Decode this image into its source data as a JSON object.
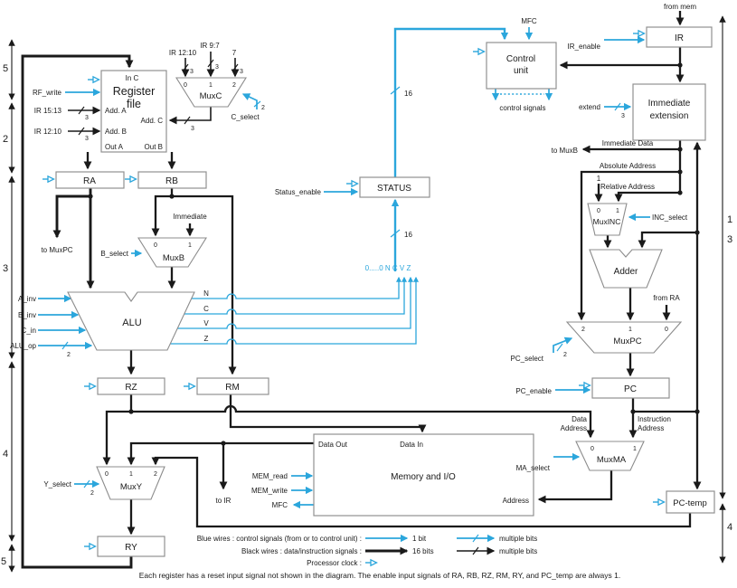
{
  "colors": {
    "blue": "#2BA6DC",
    "black": "#1a1a1a"
  },
  "stages": {
    "left": [
      "5",
      "2",
      "3",
      "4",
      "5"
    ],
    "right": [
      "1",
      "3",
      "4"
    ]
  },
  "widths": {
    "two": "2",
    "three": "3",
    "sixteen": "16"
  },
  "mux_pins": {
    "i0": "0",
    "i1": "1",
    "i2": "2"
  },
  "const_one": "1",
  "register_file": {
    "in_c": "In C",
    "title1": "Register",
    "title2": "file",
    "add_a": "Add. A",
    "add_b": "Add. B",
    "add_c": "Add. C",
    "out_a": "Out A",
    "out_b": "Out B"
  },
  "ir_fields": {
    "a": "IR 15:13",
    "b": "IR 12:10",
    "c0": "IR 12:10",
    "c1": "IR 9:7",
    "c2": "7"
  },
  "blocks": {
    "muxc": "MuxC",
    "muxb": "MuxB",
    "muxy": "MuxY",
    "muxinc": "MuxINC",
    "muxpc": "MuxPC",
    "muxma": "MuxMA",
    "alu": "ALU",
    "adder": "Adder",
    "control1": "Control",
    "control2": "unit",
    "imm1": "Immediate",
    "imm2": "extension",
    "memory": "Memory and I/O"
  },
  "registers": {
    "ra": "RA",
    "rb": "RB",
    "rz": "RZ",
    "rm": "RM",
    "ry": "RY",
    "ir": "IR",
    "pc": "PC",
    "status": "STATUS",
    "pc_temp": "PC-temp"
  },
  "signals": {
    "rf_write": "RF_write",
    "c_select": "C_select",
    "b_select": "B_select",
    "y_select": "Y_select",
    "inc_select": "INC_select",
    "pc_select": "PC_select",
    "ma_select": "MA_select",
    "pc_enable": "PC_enable",
    "ir_enable": "IR_enable",
    "status_enable": "Status_enable",
    "mem_read": "MEM_read",
    "mem_write": "MEM_write",
    "mfc": "MFC",
    "extend": "extend",
    "a_inv": "A_inv",
    "b_inv": "B_inv",
    "c_in": "C_in",
    "alu_op": "ALU_op"
  },
  "flags": {
    "n": "N",
    "c": "C",
    "v": "V",
    "z": "Z",
    "merge": "0.....0 N C V Z"
  },
  "ports": {
    "data_out": "Data Out",
    "data_in": "Data In",
    "address": "Address",
    "immediate_data": "Immediate Data",
    "absolute_address": "Absolute Address",
    "relative_address": "Relative Address",
    "instr1": "Instruction",
    "instr2": "Address",
    "data1": "Data",
    "data2": "Address",
    "immediate": "Immediate",
    "control_signals": "control signals"
  },
  "stubs": {
    "from_mem": "from mem",
    "from_ra": "from RA",
    "to_muxpc": "to MuxPC",
    "to_muxb": "to MuxB",
    "to_ir": "to IR"
  },
  "legend": {
    "blue_label": "Blue wires : control signals (from or to control unit) :",
    "blue_1bit": "1 bit",
    "blue_multi": "multiple bits",
    "black_label": "Black wires : data/instruction signals :",
    "black_16": "16 bits",
    "black_multi": "multiple bits",
    "clock_label": "Processor clock :",
    "note": "Each register has a reset input signal not shown in the diagram. The enable input signals of RA, RB, RZ, RM, RY, and PC_temp are always 1."
  }
}
